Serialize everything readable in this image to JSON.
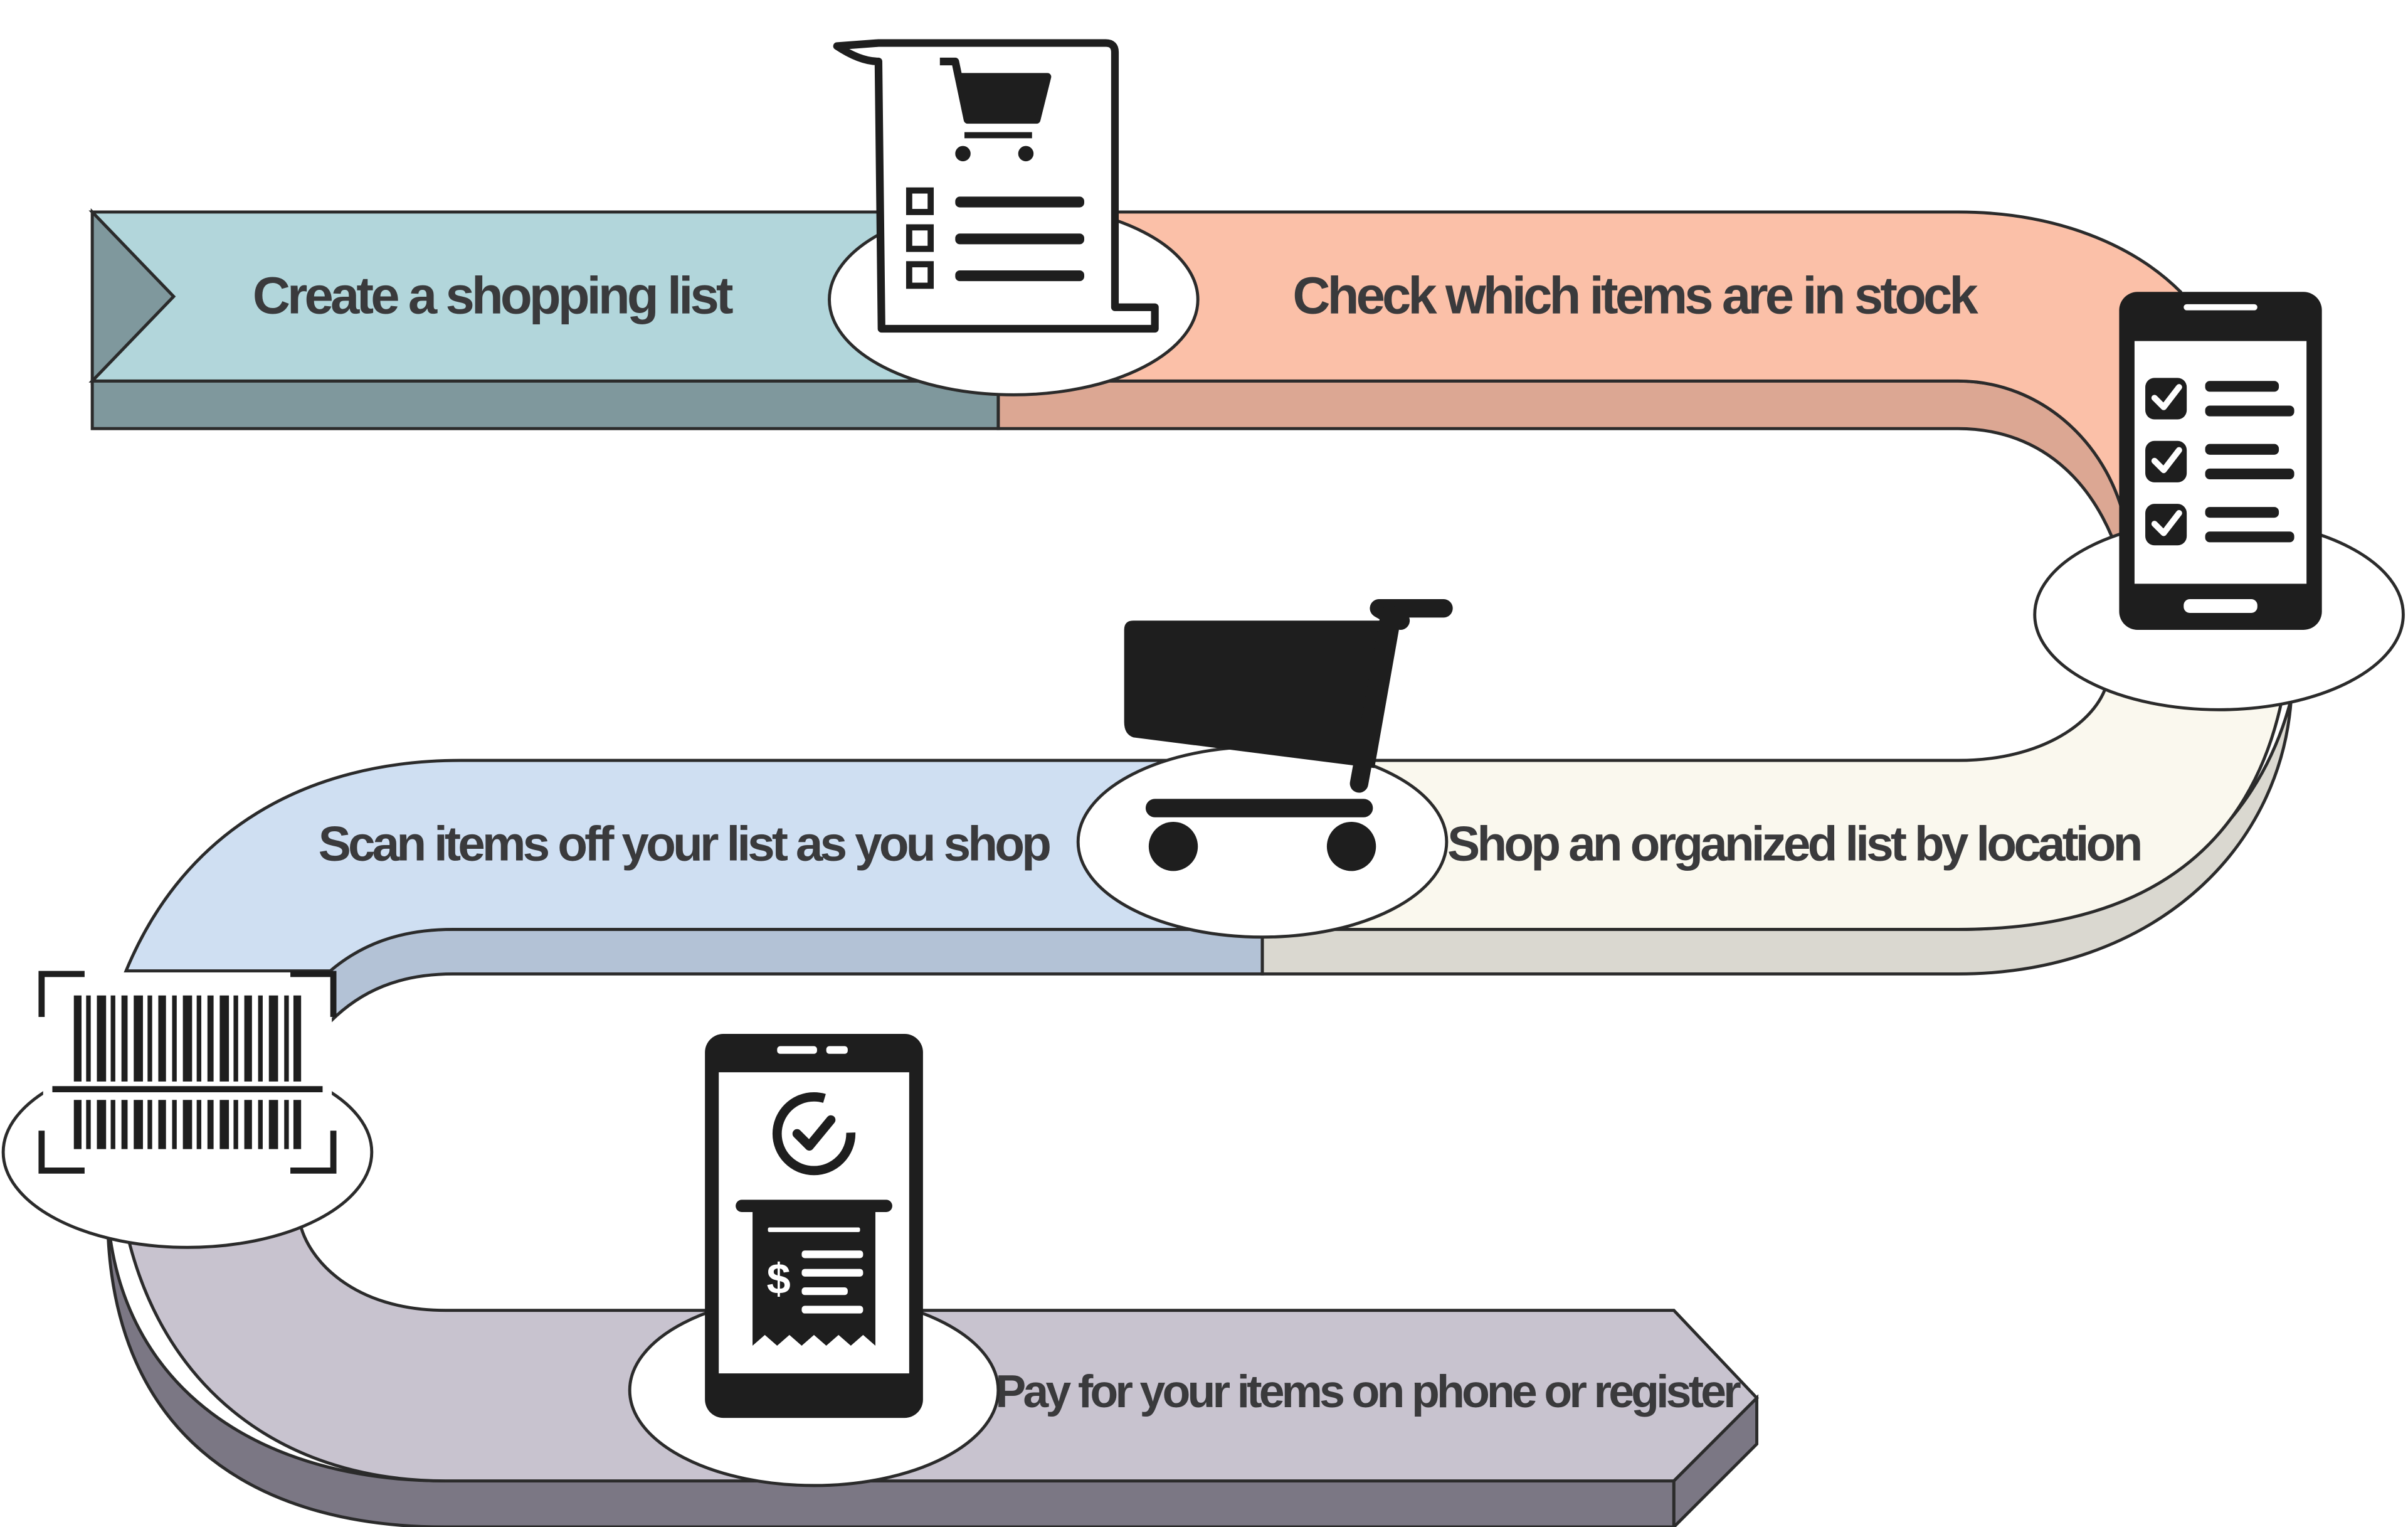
{
  "steps": [
    {
      "label": "Create a shopping list",
      "icon": "shopping-list-receipt-icon",
      "band_color": "#b2d6db",
      "band_side_color": "#7f989d"
    },
    {
      "label": "Check which items are in stock",
      "icon": "phone-checklist-icon",
      "band_color": "#fbc0a8",
      "band_side_color": "#dca793"
    },
    {
      "label": "Shop an organized list by location",
      "icon": "shopping-cart-icon",
      "band_color": "#faf8ee",
      "band_side_color": "#dad8d0"
    },
    {
      "label": "Scan items off your list as you shop",
      "icon": "barcode-scan-icon",
      "band_color": "#cfdff2",
      "band_side_color": "#b3c2d6"
    },
    {
      "label": "Pay for your items on phone or register",
      "icon": "phone-payment-receipt-icon",
      "band_color": "#c8c3cf",
      "band_side_color": "#7b7784"
    }
  ]
}
